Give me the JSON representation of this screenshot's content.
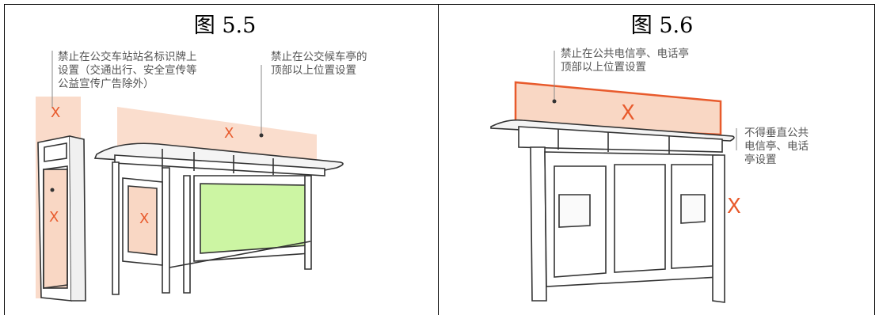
{
  "figures": [
    {
      "title": "图 5.5",
      "notes": [
        "禁止在公交车站站名标识牌上\n设置（交通出行、安全宣传等\n公益宣传广告除外）",
        "禁止在公交候车亭的\n顶部以上位置设置"
      ],
      "marks": [
        "X",
        "X",
        "X",
        "X"
      ]
    },
    {
      "title": "图 5.6",
      "notes": [
        "禁止在公共电信亭、电话亭\n顶部以上位置设置",
        "不得垂直公共\n电信亭、电话\n亭设置"
      ],
      "marks": [
        "X",
        "X"
      ]
    }
  ],
  "colors": {
    "forbidden_mark": "#e85a2c",
    "forbidden_area_fill": "#f9d7c4",
    "billboard_fill": "#ccf5a3",
    "structure_line": "#333333",
    "annotation_text": "#555555"
  }
}
